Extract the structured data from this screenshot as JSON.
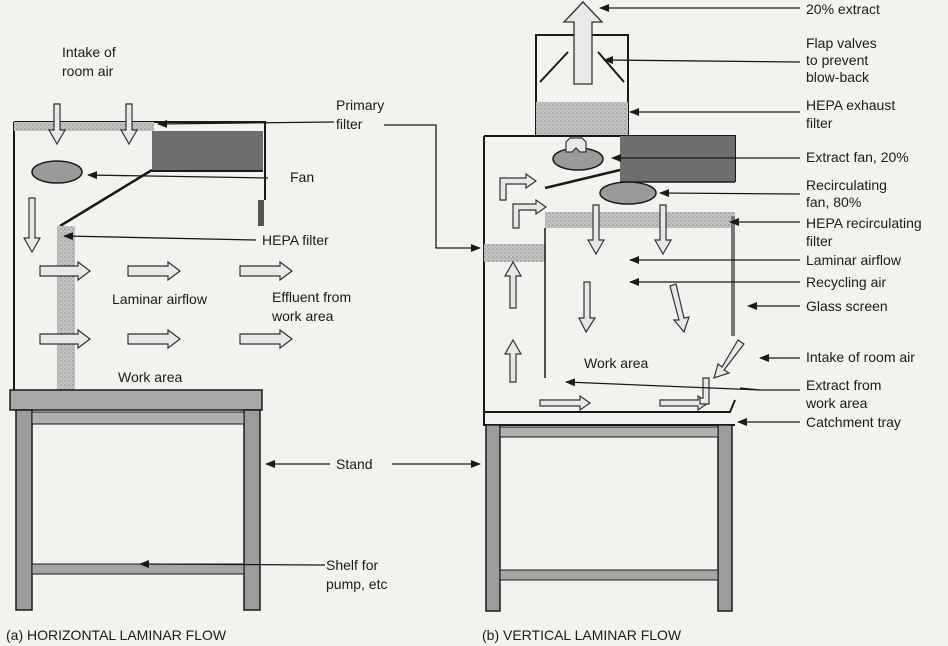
{
  "left": {
    "intake_l1": "Intake of",
    "intake_l2": "room air",
    "primary_l1": "Primary",
    "primary_l2": "filter",
    "fan": "Fan",
    "hepa": "HEPA filter",
    "laminar": "Laminar airflow",
    "effluent_l1": "Effluent from",
    "effluent_l2": "work area",
    "work_area": "Work area",
    "stand": "Stand",
    "shelf_l1": "Shelf for",
    "shelf_l2": "pump, etc",
    "caption": "(a) HORIZONTAL LAMINAR FLOW"
  },
  "right": {
    "extract20": "20% extract",
    "flap_l1": "Flap valves",
    "flap_l2": "to prevent",
    "flap_l3": "blow-back",
    "hepa_exh_l1": "HEPA exhaust",
    "hepa_exh_l2": "filter",
    "extract_fan": "Extract fan, 20%",
    "recirc_fan_l1": "Recirculating",
    "recirc_fan_l2": "fan, 80%",
    "hepa_recirc_l1": "HEPA recirculating",
    "hepa_recirc_l2": "filter",
    "laminar": "Laminar airflow",
    "recycling": "Recycling air",
    "glass": "Glass screen",
    "work_area": "Work area",
    "intake": "Intake of room air",
    "extract_work_l1": "Extract from",
    "extract_work_l2": "work area",
    "catchment": "Catchment tray",
    "caption": "(b) VERTICAL LAMINAR FLOW"
  }
}
